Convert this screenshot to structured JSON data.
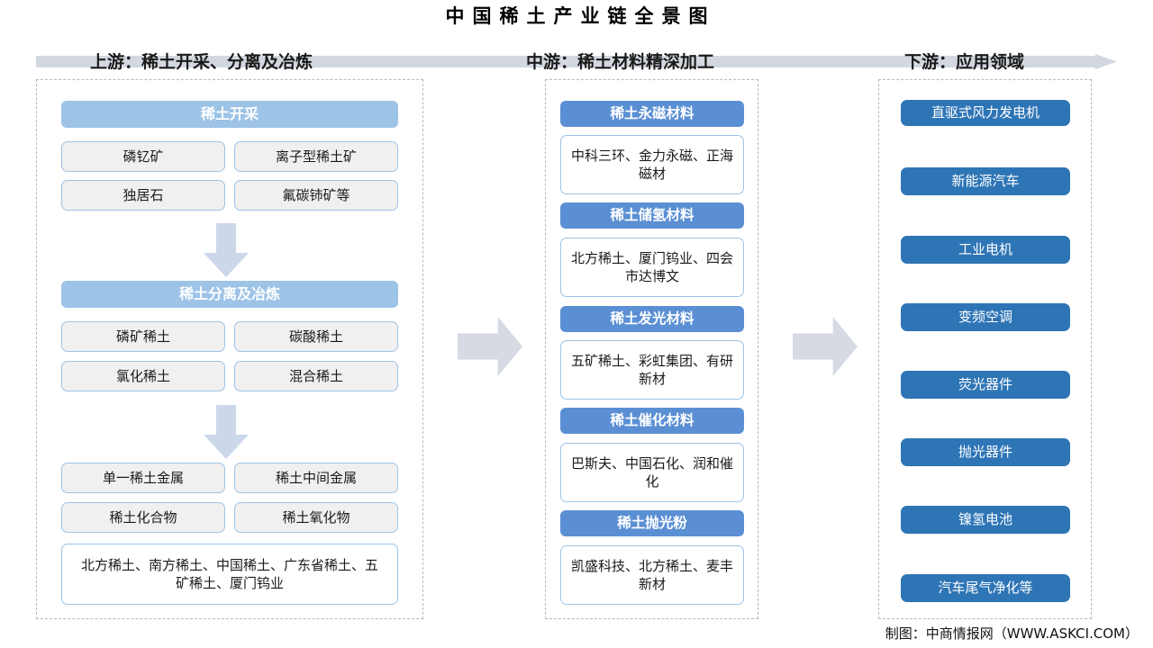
{
  "title": "中国稀土产业链全景图",
  "stages": [
    {
      "label": "上游：稀土开采、分离及冶炼"
    },
    {
      "label": "中游：稀土材料精深加工"
    },
    {
      "label": "下游：应用领域"
    }
  ],
  "upstream": {
    "group1": {
      "header": "稀土开采",
      "items": [
        "磷钇矿",
        "离子型稀土矿",
        "独居石",
        "氟碳铈矿等"
      ]
    },
    "group2": {
      "header": "稀土分离及冶炼",
      "items": [
        "磷矿稀土",
        "碳酸稀土",
        "氯化稀土",
        "混合稀土"
      ]
    },
    "group3": {
      "items": [
        "单一稀土金属",
        "稀土中间金属",
        "稀土化合物",
        "稀土氧化物"
      ],
      "companies": "北方稀土、南方稀土、中国稀土、广东省稀土、五矿稀土、厦门钨业"
    }
  },
  "midstream": {
    "blocks": [
      {
        "header": "稀土永磁材料",
        "companies": "中科三环、金力永磁、正海磁材"
      },
      {
        "header": "稀土储氢材料",
        "companies": "北方稀土、厦门钨业、四会市达博文"
      },
      {
        "header": "稀土发光材料",
        "companies": "五矿稀土、彩虹集团、有研新材"
      },
      {
        "header": "稀土催化材料",
        "companies": "巴斯夫、中国石化、润和催化"
      },
      {
        "header": "稀土抛光粉",
        "companies": "凯盛科技、北方稀土、麦丰新材"
      }
    ]
  },
  "downstream": {
    "items": [
      "直驱式风力发电机",
      "新能源汽车",
      "工业电机",
      "变频空调",
      "荧光器件",
      "抛光器件",
      "镍氢电池",
      "汽车尾气净化等"
    ]
  },
  "footer": "制图：中商情报网（WWW.ASKCI.COM）",
  "colors": {
    "band": "#d3d8e0",
    "light_blue": "#9dc3e6",
    "mid_blue": "#5b8fd4",
    "deep_blue": "#2e75b6",
    "cell_fill": "#f0f0f0",
    "arrow_gray": "#d5dae3"
  }
}
